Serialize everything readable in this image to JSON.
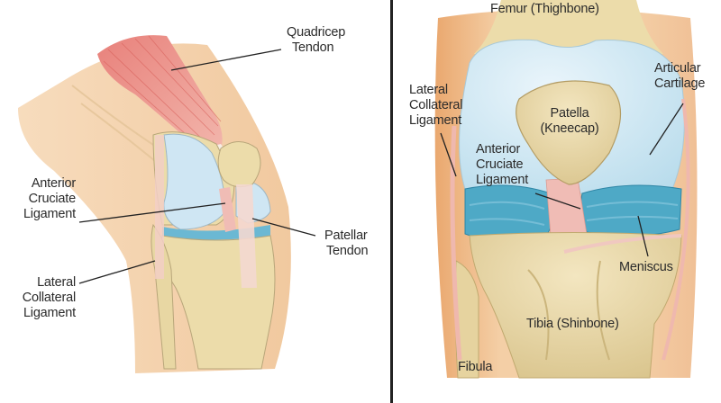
{
  "figure": {
    "left_panel": {
      "view": "lateral",
      "labels": {
        "quadricep_tendon": [
          "Quadricep",
          "Tendon"
        ],
        "anterior_cruciate_ligament": [
          "Anterior",
          "Cruciate",
          "Ligament"
        ],
        "patellar_tendon": [
          "Patellar",
          "Tendon"
        ],
        "lateral_collateral_ligament": [
          "Lateral",
          "Collateral",
          "Ligament"
        ]
      }
    },
    "right_panel": {
      "view": "anterior",
      "labels": {
        "femur": [
          "Femur (Thighbone)"
        ],
        "articular_cartilage": [
          "Articular",
          "Cartilage"
        ],
        "lateral_collateral_ligament": [
          "Lateral",
          "Collateral",
          "Ligament"
        ],
        "patella": [
          "Patella",
          "(Kneecap)"
        ],
        "anterior_cruciate_ligament": [
          "Anterior",
          "Cruciate",
          "Ligament"
        ],
        "meniscus": [
          "Meniscus"
        ],
        "tibia": [
          "Tibia (Shinbone)"
        ],
        "fibula": [
          "Fibula"
        ]
      }
    },
    "colors": {
      "skin": "#f3cfa6",
      "skin_light": "#f8e2c6",
      "bone": "#ecdcaa",
      "bone_shadow": "#cfb980",
      "cartilage": "#cfe6f3",
      "meniscus": "#4ea9c6",
      "muscle": "#e0706a",
      "ligament": "#f0bcb5",
      "leader_line": "#222222",
      "divider": "#222222"
    }
  }
}
